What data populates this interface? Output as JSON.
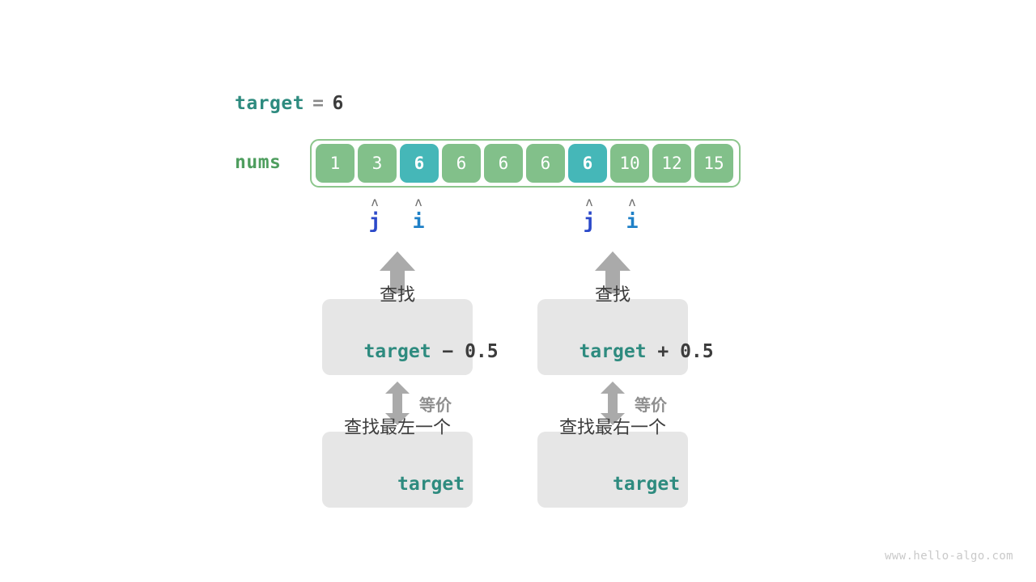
{
  "diagram": {
    "title_expression": {
      "variable": "target",
      "operator": "=",
      "value": "6"
    },
    "array": {
      "label": "nums",
      "values": [
        "1",
        "3",
        "6",
        "6",
        "6",
        "6",
        "6",
        "10",
        "12",
        "15"
      ],
      "highlighted_indices": [
        2,
        6
      ],
      "cell_color": "#82c08a",
      "highlight_color": "#45b7b8",
      "border_color": "#8cc68c"
    },
    "pointers": [
      {
        "name": "j",
        "caret": "ʌ",
        "index": 1,
        "color": "#2b49c9"
      },
      {
        "name": "i",
        "caret": "ʌ",
        "index": 2,
        "color": "#1f80c7"
      },
      {
        "name": "j",
        "caret": "ʌ",
        "index": 6,
        "color": "#2b49c9"
      },
      {
        "name": "i",
        "caret": "ʌ",
        "index": 7,
        "color": "#1f80c7"
      }
    ],
    "branches": [
      {
        "upper_box": {
          "line1": "查找",
          "keyword": "target",
          "operation": " − 0.5"
        },
        "equivalence_label": "等价",
        "lower_box": {
          "line1": "查找最左一个",
          "keyword": "target"
        }
      },
      {
        "upper_box": {
          "line1": "查找",
          "keyword": "target",
          "operation": " + 0.5"
        },
        "equivalence_label": "等价",
        "lower_box": {
          "line1": "查找最右一个",
          "keyword": "target"
        }
      }
    ],
    "watermark": "www.hello-algo.com"
  }
}
